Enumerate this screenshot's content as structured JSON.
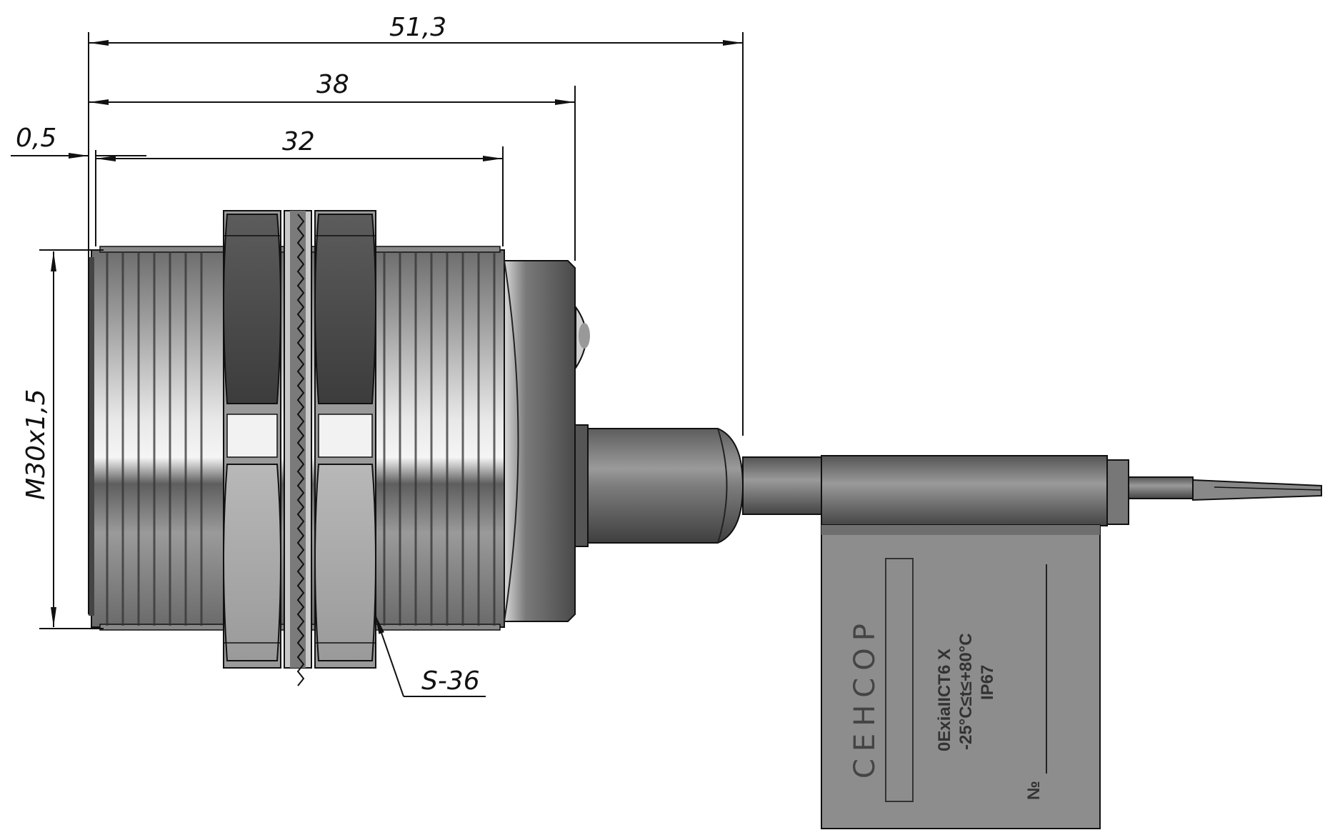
{
  "dimensions": {
    "overall_length": "51,3",
    "body_length": "38",
    "thread_length": "32",
    "front_offset": "0,5",
    "thread_size": "M30x1,5",
    "nut_size": "S-36"
  },
  "tag": {
    "brand": "СЕНСОР",
    "spec_lines": [
      "0ExiaIICT6 X",
      "-25°C≤t≤+80°C",
      "IP67"
    ],
    "serial_label": "№"
  },
  "colors": {
    "line": "#111111",
    "metal_dark": "#555555",
    "metal_light": "#e0e0e0",
    "tag_fill": "#8a8a8a"
  }
}
